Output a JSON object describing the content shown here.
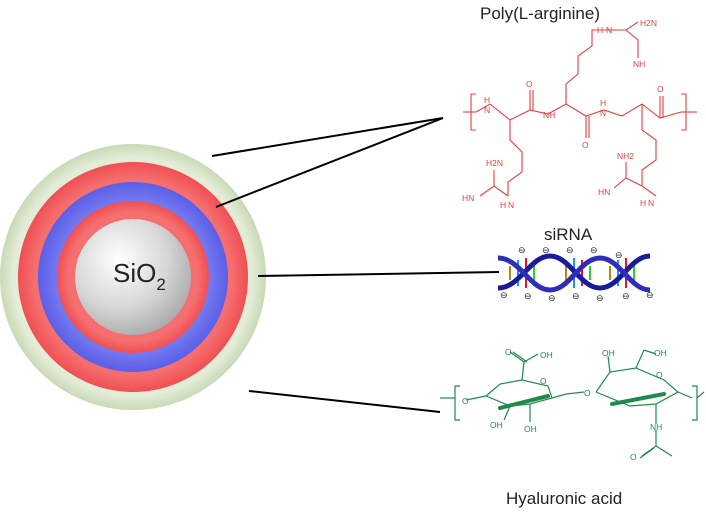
{
  "particle": {
    "core_label": "SiO",
    "core_subscript": "2",
    "layers": [
      {
        "name": "Hyaluronic acid shell",
        "color": "#dfe9d2"
      },
      {
        "name": "Poly(L-arginine) outer",
        "color": "#f46c6d"
      },
      {
        "name": "siRNA",
        "color": "#6e73ee"
      },
      {
        "name": "Poly(L-arginine) inner",
        "color": "#f46c6d"
      },
      {
        "name": "SiO2 core",
        "color": "#d4d4d4"
      }
    ]
  },
  "labels": {
    "poly_arginine": "Poly(L-arginine)",
    "sirna": "siRNA",
    "hyaluronic_acid": "Hyaluronic acid"
  },
  "chem": {
    "h2n": "H2N",
    "nh2": "NH2",
    "nh": "NH",
    "hn": "HN",
    "h": "H",
    "n": "N",
    "o": "O",
    "oh": "OH",
    "charge": "⊖"
  },
  "colors": {
    "arginine": "#e0403f",
    "sirna_helix": "#1a1a9c",
    "hyaluronic": "#1f8a4c"
  }
}
